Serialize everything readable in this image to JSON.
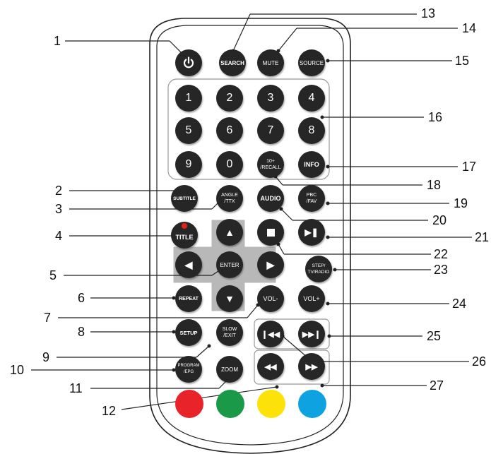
{
  "callouts": {
    "left": [
      {
        "num": "1"
      },
      {
        "num": "2"
      },
      {
        "num": "3"
      },
      {
        "num": "4"
      },
      {
        "num": "5"
      },
      {
        "num": "6"
      },
      {
        "num": "7"
      },
      {
        "num": "8"
      },
      {
        "num": "9"
      },
      {
        "num": "10"
      },
      {
        "num": "11"
      },
      {
        "num": "12"
      }
    ],
    "right": [
      {
        "num": "13"
      },
      {
        "num": "14"
      },
      {
        "num": "15"
      },
      {
        "num": "16"
      },
      {
        "num": "17"
      },
      {
        "num": "18"
      },
      {
        "num": "19"
      },
      {
        "num": "20"
      },
      {
        "num": "21"
      },
      {
        "num": "22"
      },
      {
        "num": "23"
      },
      {
        "num": "24"
      },
      {
        "num": "25"
      },
      {
        "num": "26"
      },
      {
        "num": "27"
      }
    ]
  },
  "buttons": {
    "search": "SEARCH",
    "mute": "MUTE",
    "source": "SOURCE",
    "numbers": [
      "1",
      "2",
      "3",
      "4",
      "5",
      "6",
      "7",
      "8",
      "9",
      "0"
    ],
    "recall": "10+\n/RECALL",
    "info": "INFO",
    "subtitle": "SUBTITLE",
    "angle": "ANGLE\n/TTX",
    "audio": "AUDIO",
    "pbc": "PBC\n/FAV",
    "title": "TITLE",
    "enter": "ENTER",
    "step": "STEP/\nTV/RADIO",
    "repeat": "REPEAT",
    "vol_minus": "VOL-",
    "vol_plus": "VOL+",
    "setup": "SETUP",
    "slow": "SLOW\n/EXIT",
    "program": "PROGRAM\n/EPG",
    "zoom": "ZOOM"
  },
  "colors": {
    "red": "#e8232a",
    "green": "#1a9a48",
    "yellow": "#fde20a",
    "blue": "#0fa2e0",
    "button": "#262626",
    "dpad": "#b8b8b8"
  }
}
